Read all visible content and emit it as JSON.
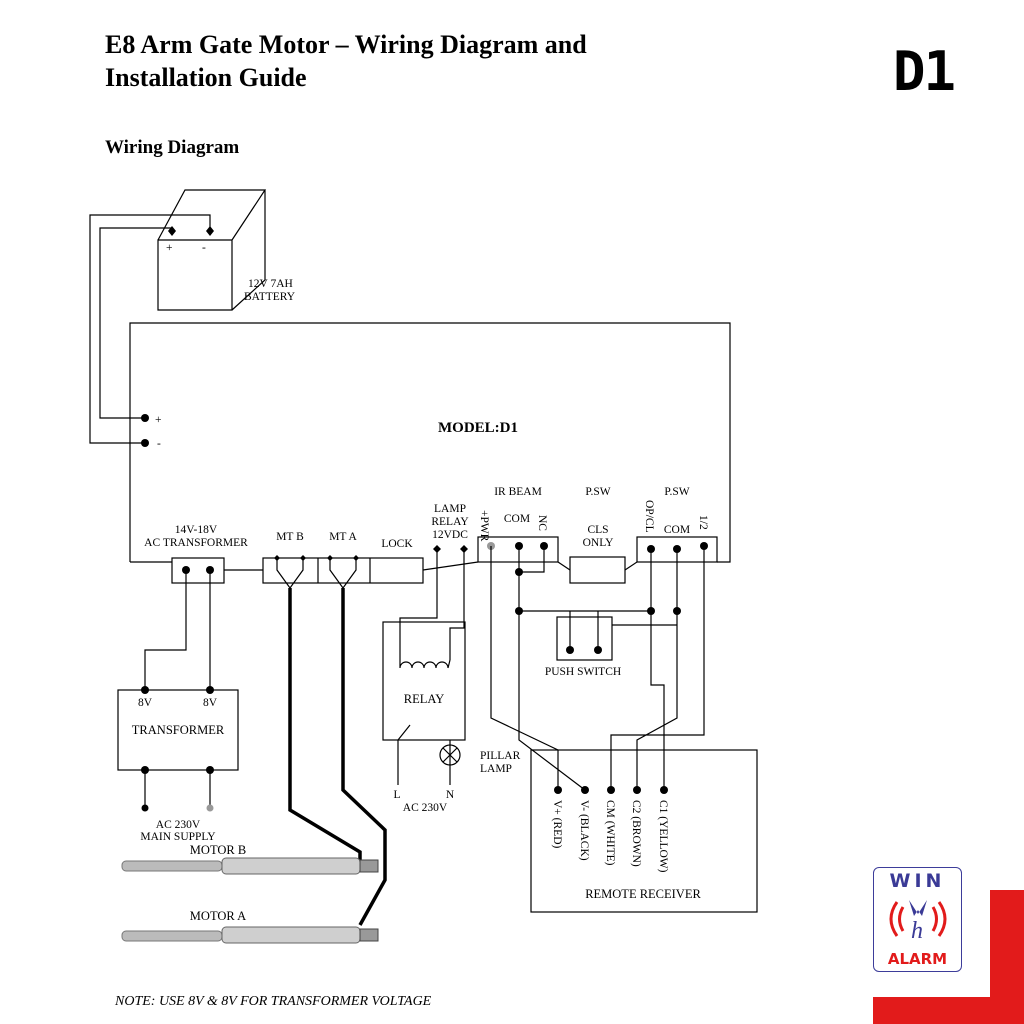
{
  "header": {
    "title_line1": "E8 Arm Gate Motor – Wiring Diagram and",
    "title_line2": "Installation Guide",
    "model_badge": "D1",
    "section_title": "Wiring Diagram"
  },
  "diagram": {
    "battery": {
      "plus": "+",
      "minus": "-",
      "label1": "12V 7AH",
      "label2": "BATTERY"
    },
    "board_terminals": {
      "plus": "+",
      "minus": "-"
    },
    "model": "MODEL:D1",
    "transformer_conn": {
      "label1": "14V-18V",
      "label2": "AC TRANSFORMER"
    },
    "mt_b": "MT B",
    "mt_a": "MT A",
    "lock": "LOCK",
    "lamp_relay": {
      "l1": "LAMP",
      "l2": "RELAY",
      "l3": "12VDC"
    },
    "ir_beam": {
      "title": "IR BEAM",
      "pwr": "+PWR",
      "com": "COM",
      "nc": "NC"
    },
    "psw_cls": {
      "title": "P.SW",
      "l1": "CLS",
      "l2": "ONLY"
    },
    "psw": {
      "title": "P.SW",
      "opcl": "OP/CL",
      "com": "COM",
      "half": "1/2"
    },
    "transformer": {
      "v1": "8V",
      "v2": "8V",
      "label": "TRANSFORMER",
      "supply1": "AC 230V",
      "supply2": "MAIN SUPPLY"
    },
    "motor_b": "MOTOR B",
    "motor_a": "MOTOR A",
    "relay": {
      "label": "RELAY",
      "l": "L",
      "n": "N",
      "ac": "AC 230V",
      "lamp1": "PILLAR",
      "lamp2": "LAMP"
    },
    "push_switch": "PUSH SWITCH",
    "receiver": {
      "title": "REMOTE RECEIVER",
      "pins": [
        "V+ (RED)",
        "V- (BLACK)",
        "CM (WHITE)",
        "C2 (BROWN)",
        "C1 (YELLOW)"
      ]
    }
  },
  "footer": {
    "note": "NOTE: USE 8V & 8V FOR TRANSFORMER VOLTAGE"
  },
  "logo": {
    "top": "WIN",
    "bottom": "ALARM",
    "brand_blue": "#3a3a96",
    "brand_red": "#e21b1b"
  }
}
